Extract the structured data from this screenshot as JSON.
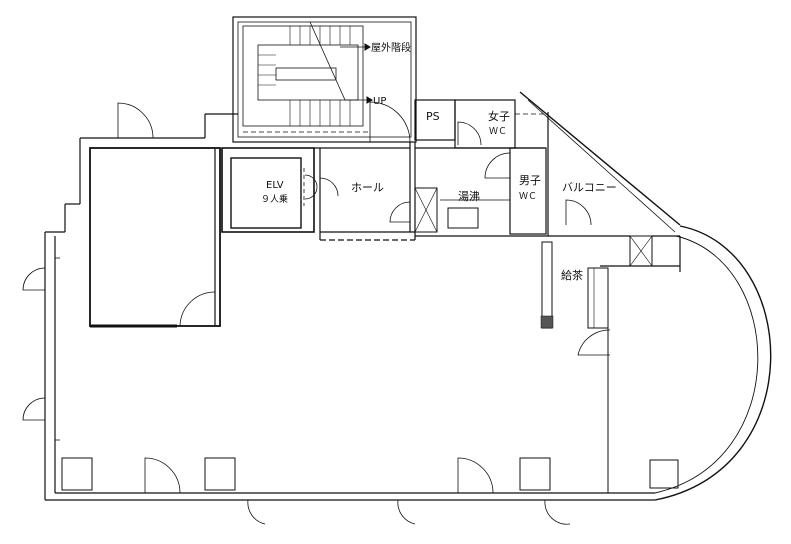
{
  "labels": {
    "outdoor_stairs": "屋外階段",
    "up": "UP",
    "ps": "PS",
    "women": "女子",
    "women_wc": "ＷＣ",
    "men": "男子",
    "men_wc": "ＷＣ",
    "elv": "ELV",
    "elv_capacity": "９人乗",
    "hall": "ホール",
    "kitchenette": "湯沸",
    "balcony": "バルコニー",
    "pantry": "給茶"
  }
}
